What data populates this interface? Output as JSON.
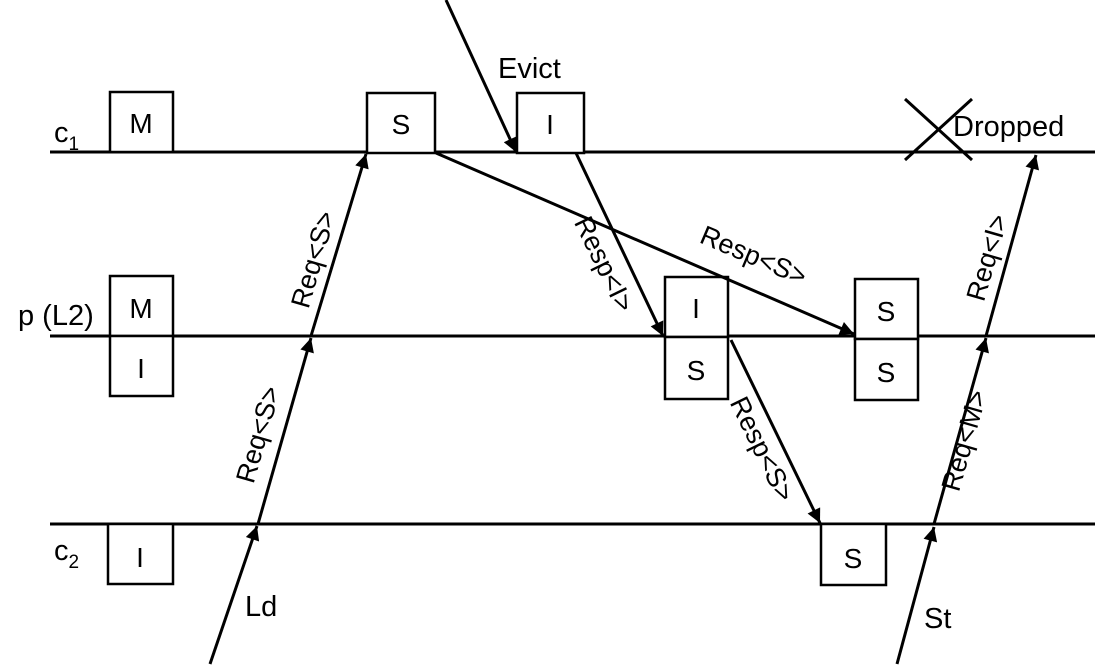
{
  "lines": {
    "c1": {
      "name": "c",
      "sub": "1"
    },
    "p": {
      "name": "p (L2)"
    },
    "c2": {
      "name": "c",
      "sub": "2"
    }
  },
  "states": {
    "c1_init": "M",
    "p_upper_init": "M",
    "p_lower_init": "I",
    "c2_init": "I",
    "c1_s": "S",
    "c1_i": "I",
    "p_mid_upper": "I",
    "p_mid_lower": "S",
    "p_right_upper": "S",
    "p_right_lower": "S",
    "c2_s": "S"
  },
  "messages": {
    "req_c2_p": "Req<S>",
    "req_p_c1": "Req<S>",
    "resp_c1_p_i": "Resp<I>",
    "resp_c1_p_s": "Resp<S>",
    "resp_p_c2": "Resp<S>",
    "req_c2_p_m": "Req<M>",
    "req_p_c1_i": "Req<I>"
  },
  "events": {
    "evict": "Evict",
    "ld": "Ld",
    "st": "St",
    "dropped": "Dropped"
  },
  "colors": {
    "ink": "#000000",
    "background": "#ffffff"
  }
}
